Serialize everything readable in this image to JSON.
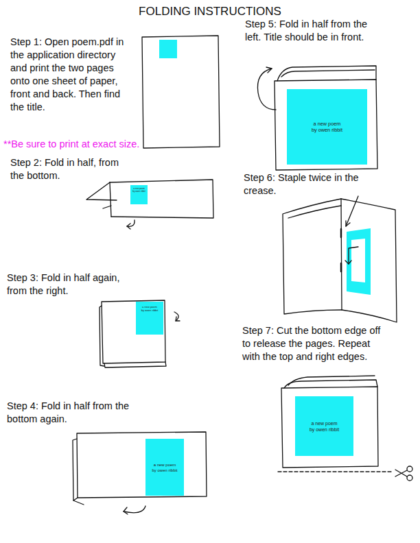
{
  "diagram": {
    "title": "FOLDING INSTRUCTIONS",
    "nodes": [
      {
        "text": [
          "a new poem by owen ribbit"
        ]
      },
      {
        "text": [
          "a new poem by owen ribbit"
        ]
      },
      {
        "text": [
          "a new poem by owen ribbit"
        ]
      },
      {
        "text": [
          "a new poem by owen ribbit"
        ]
      },
      {
        "text": [
          "a new poem by owen ribbit"
        ]
      }
    ],
    "labels": [
      "Step 1: Open poem.pdf in the application directory and print the two pages onto one sheet of paper, front and back. Then find the title.",
      "**Be sure to print at exact size.",
      "Step 2: Fold in half, from the bottom.",
      "Step 3: Fold in half again, from the right.",
      "Step 4: Fold in half from the bottom again.",
      "Step 5: Fold in half from the left. Title should be in front.",
      "Step 6: Staple twice in the crease.",
      "Step 7: Cut the bottom edge off to release the pages. Repeat with the top and right edges."
    ]
  }
}
